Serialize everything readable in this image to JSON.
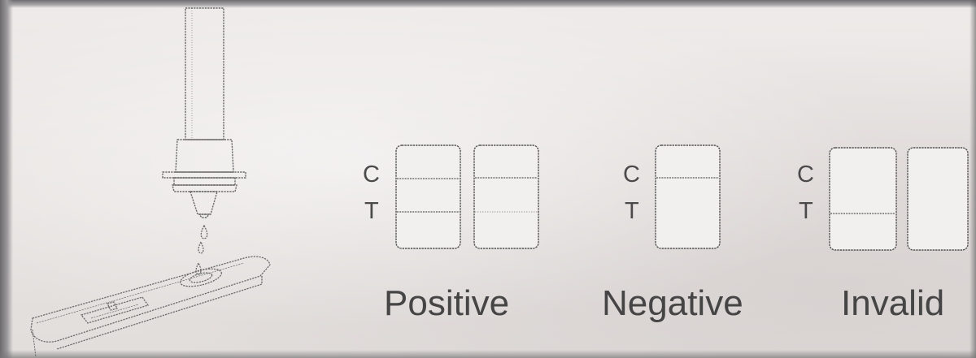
{
  "line_labels": {
    "control": "C",
    "test": "T"
  },
  "results": [
    {
      "id": "positive",
      "label": "Positive",
      "strips": 2,
      "control_line": true,
      "test_line": true
    },
    {
      "id": "negative",
      "label": "Negative",
      "strips": 1,
      "control_line": true,
      "test_line": false
    },
    {
      "id": "invalid",
      "label": "Invalid",
      "strips": 2,
      "control_line": false,
      "test_line": "first strip only"
    }
  ],
  "illustration": {
    "subject": "dropper bottle dispensing drops onto test cassette",
    "drops": 2
  },
  "colors": {
    "paper": "#e9e6e4",
    "ink": "#4a4a4a"
  }
}
